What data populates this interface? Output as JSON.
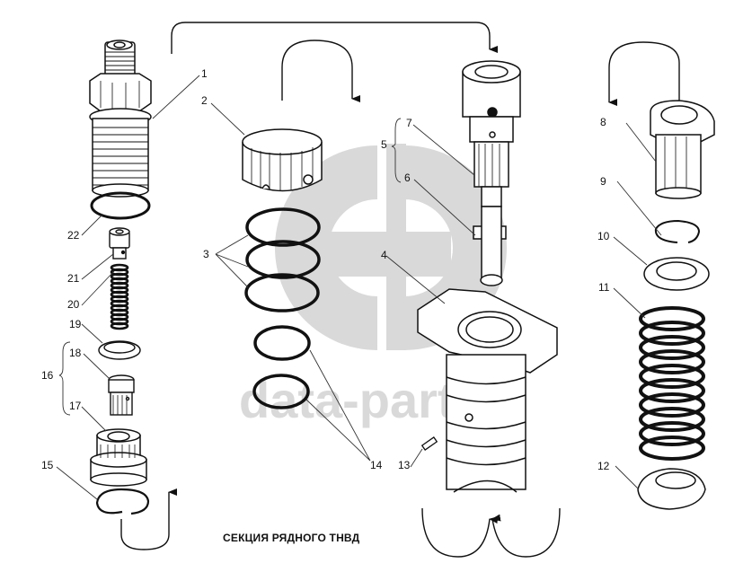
{
  "caption": "СЕКЦИЯ РЯДНОГО ТНВД",
  "watermark": {
    "text": "data-parts",
    "logo": "gd-logo",
    "color": "#d9d9d9"
  },
  "callouts": [
    {
      "id": "1",
      "label": "1"
    },
    {
      "id": "2",
      "label": "2"
    },
    {
      "id": "3",
      "label": "3"
    },
    {
      "id": "4",
      "label": "4"
    },
    {
      "id": "5",
      "label": "5"
    },
    {
      "id": "6",
      "label": "6"
    },
    {
      "id": "7",
      "label": "7"
    },
    {
      "id": "8",
      "label": "8"
    },
    {
      "id": "9",
      "label": "9"
    },
    {
      "id": "10",
      "label": "10"
    },
    {
      "id": "11",
      "label": "11"
    },
    {
      "id": "12",
      "label": "12"
    },
    {
      "id": "13",
      "label": "13"
    },
    {
      "id": "14",
      "label": "14"
    },
    {
      "id": "15",
      "label": "15"
    },
    {
      "id": "16",
      "label": "16"
    },
    {
      "id": "17",
      "label": "17"
    },
    {
      "id": "18",
      "label": "18"
    },
    {
      "id": "19",
      "label": "19"
    },
    {
      "id": "20",
      "label": "20"
    },
    {
      "id": "21",
      "label": "21"
    },
    {
      "id": "22",
      "label": "22"
    }
  ],
  "parts": [
    {
      "name": "union-fitting"
    },
    {
      "name": "split-sleeve"
    },
    {
      "name": "o-rings-upper"
    },
    {
      "name": "barrel-housing"
    },
    {
      "name": "plunger-pair"
    },
    {
      "name": "plunger"
    },
    {
      "name": "plunger-barrel"
    },
    {
      "name": "control-sleeve-gear"
    },
    {
      "name": "snap-ring"
    },
    {
      "name": "spring-washer"
    },
    {
      "name": "plunger-spring"
    },
    {
      "name": "spring-seat"
    },
    {
      "name": "pin"
    },
    {
      "name": "o-rings-lower"
    },
    {
      "name": "retaining-ring"
    },
    {
      "name": "delivery-valve"
    },
    {
      "name": "valve-seat"
    },
    {
      "name": "valve"
    },
    {
      "name": "gasket"
    },
    {
      "name": "valve-spring"
    },
    {
      "name": "spring-stop"
    },
    {
      "name": "o-ring-union"
    }
  ],
  "colors": {
    "line": "#111111",
    "background": "#ffffff",
    "watermark": "#d9d9d9"
  }
}
